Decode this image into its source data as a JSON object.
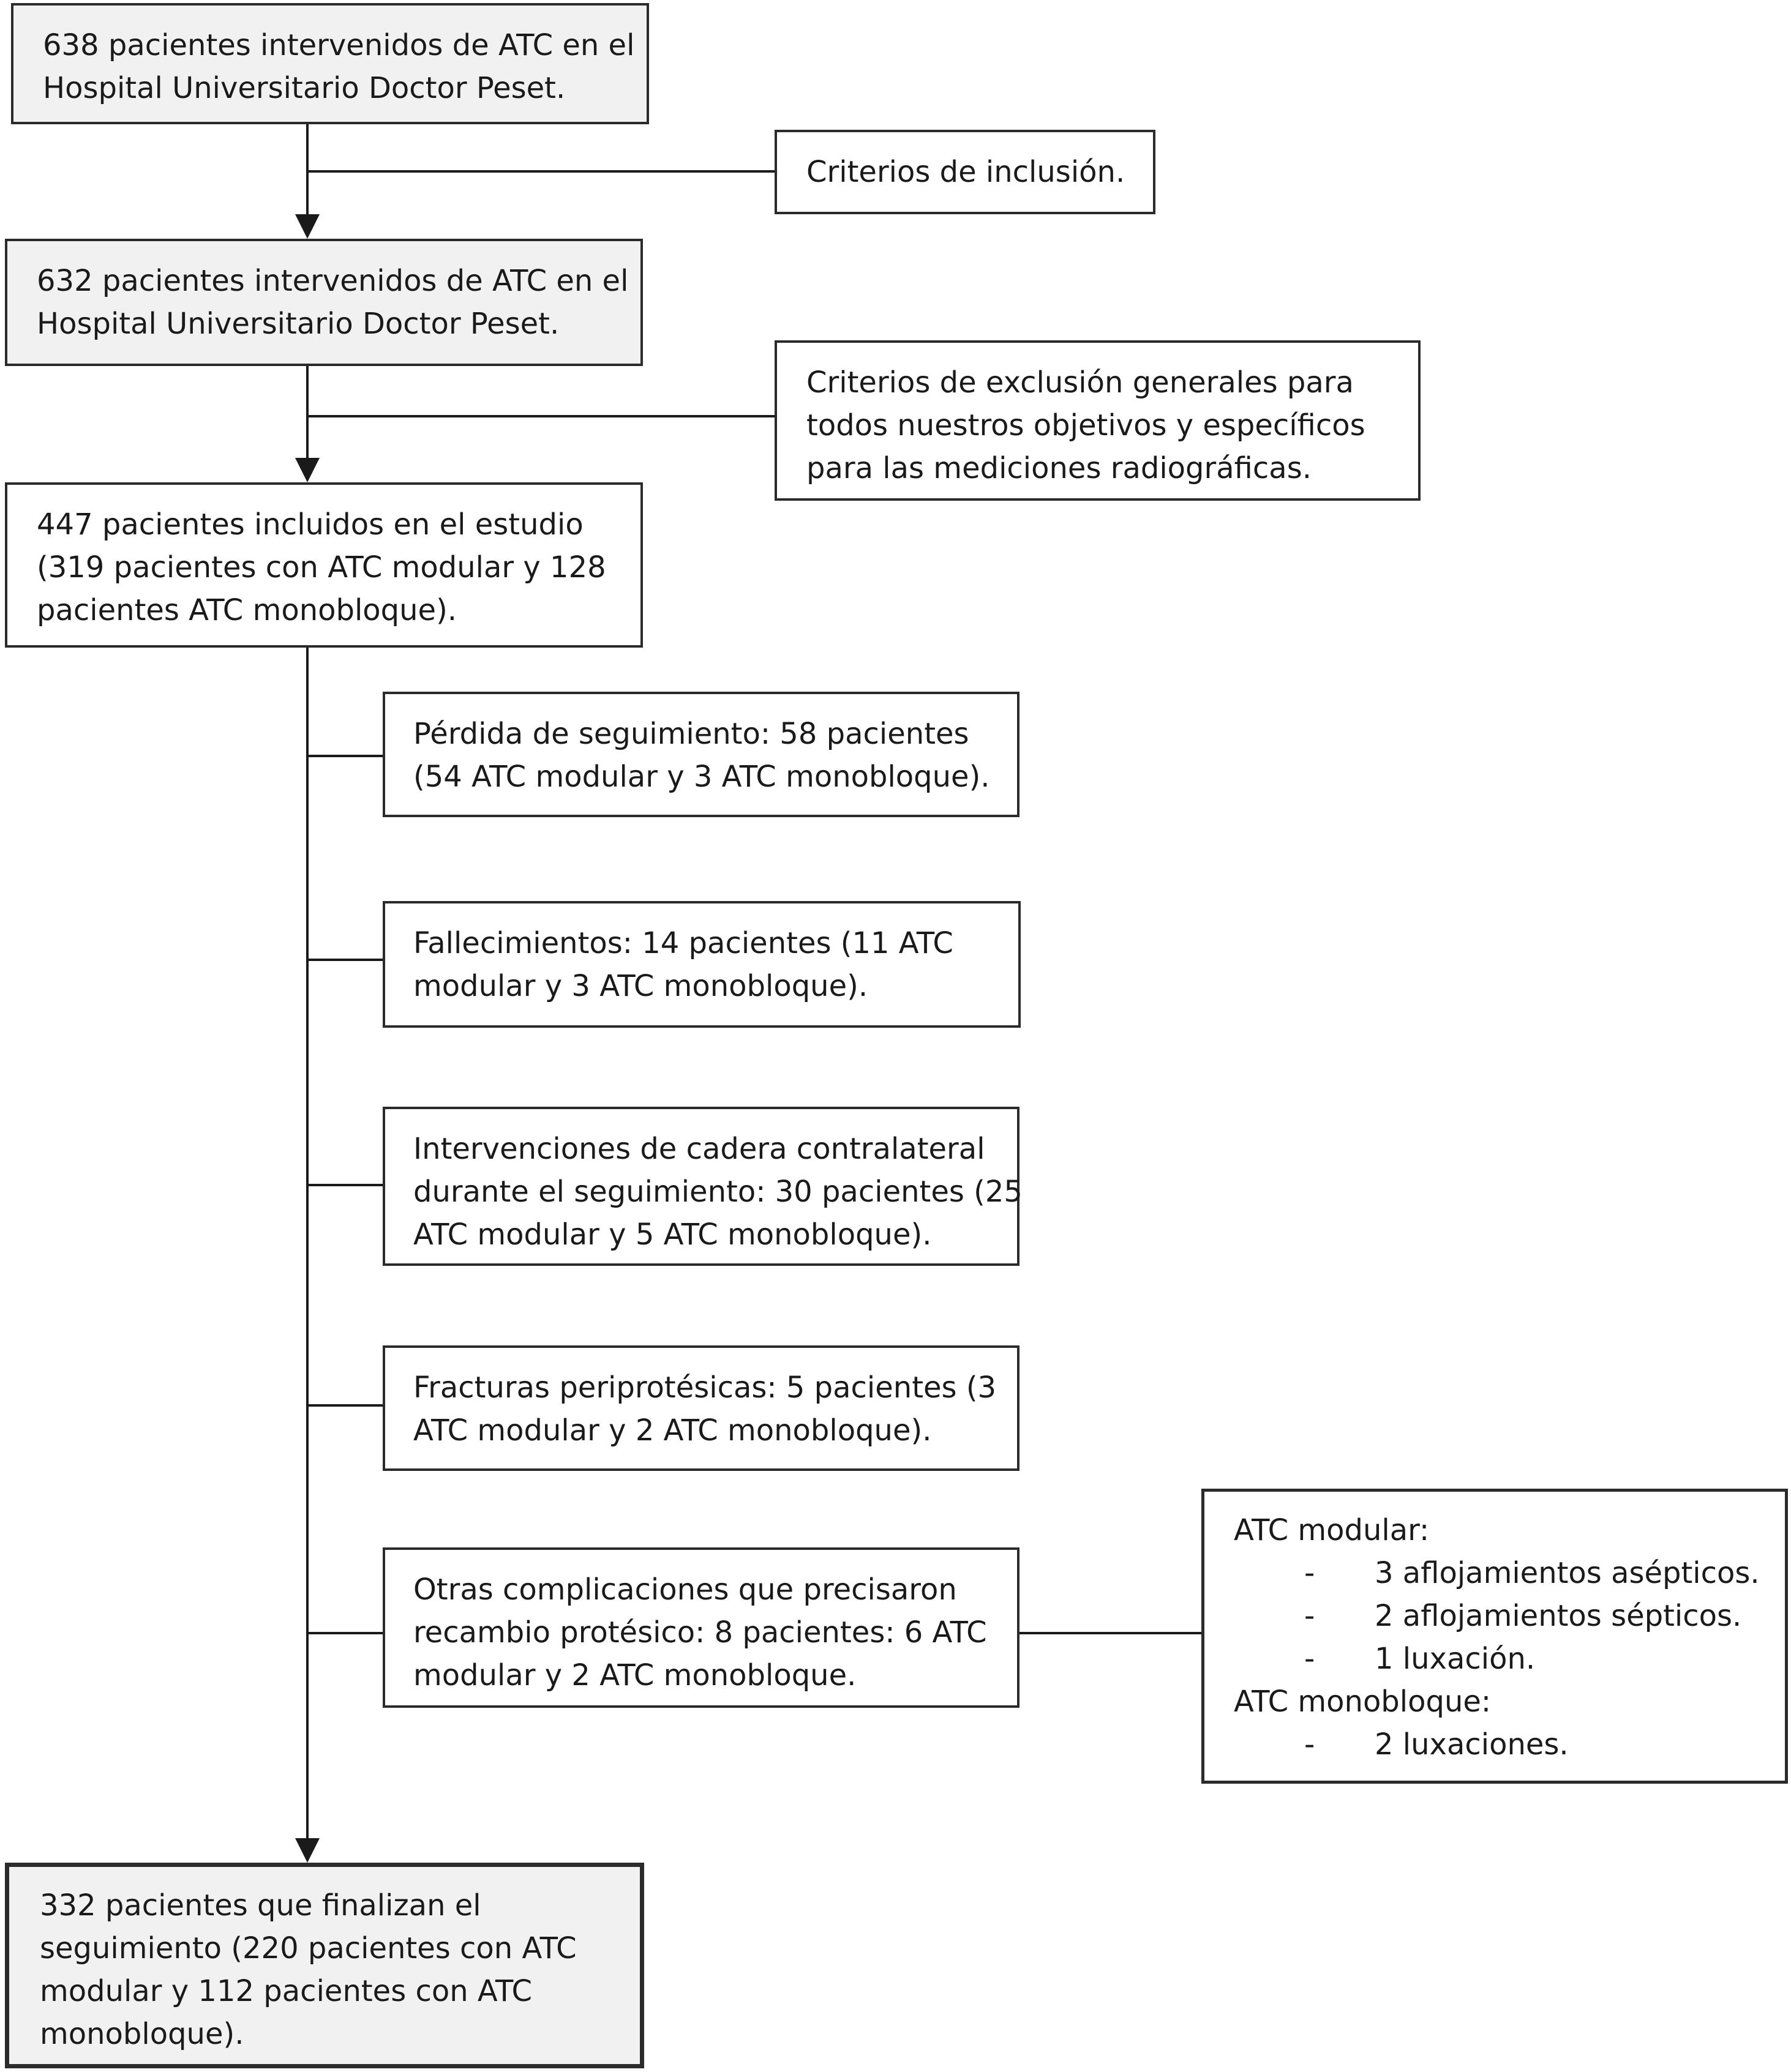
{
  "boxes": {
    "initial": {
      "lines": [
        "638 pacientes intervenidos de ATC en el",
        "Hospital Universitario Doctor Peset."
      ]
    },
    "inclusion_criteria": {
      "lines": [
        "Criterios de inclusión."
      ]
    },
    "after_inclusion": {
      "lines": [
        "632 pacientes intervenidos de ATC en el",
        "Hospital Universitario Doctor Peset."
      ]
    },
    "exclusion_criteria": {
      "lines": [
        "Criterios de exclusión generales para",
        "todos nuestros objetivos y específicos",
        "para las mediciones radiográficas."
      ]
    },
    "included": {
      "lines": [
        "447 pacientes incluidos en el estudio",
        "(319 pacientes con ATC modular y 128",
        "pacientes  ATC monobloque)."
      ]
    },
    "loss_followup": {
      "lines": [
        "Pérdida de seguimiento: 58 pacientes",
        "(54 ATC modular y 3 ATC monobloque)."
      ]
    },
    "deaths": {
      "lines": [
        "Fallecimientos: 14 pacientes (11 ATC",
        "modular y 3 ATC monobloque)."
      ]
    },
    "contralateral": {
      "lines": [
        "Intervenciones de cadera contralateral",
        "durante el seguimiento: 30 pacientes (25",
        "ATC modular y 5 ATC monobloque)."
      ]
    },
    "fractures": {
      "lines": [
        "Fracturas periprotésicas: 5 pacientes (3",
        "ATC modular y 2 ATC monobloque)."
      ]
    },
    "other_complications": {
      "lines": [
        "Otras complicaciones que precisaron",
        "recambio protésico: 8 pacientes: 6 ATC",
        "modular y 2 ATC monobloque."
      ]
    },
    "complications_detail": {
      "modular_heading": "ATC modular:",
      "modular_items": [
        "3 aflojamientos asépticos.",
        "2 aflojamientos sépticos.",
        "1 luxación."
      ],
      "monobloque_heading": "ATC monobloque:",
      "monobloque_items": [
        "2 luxaciones."
      ],
      "bullet_symbol": "-"
    },
    "final": {
      "lines": [
        "332 pacientes que finalizan el",
        "seguimiento (220 pacientes con ATC",
        "modular y 112 pacientes con ATC",
        "monobloque)."
      ]
    }
  },
  "colors": {
    "shaded_fill": "#f1f1f1",
    "border": "#2b2b2b",
    "connector": "#1a1a1a"
  }
}
